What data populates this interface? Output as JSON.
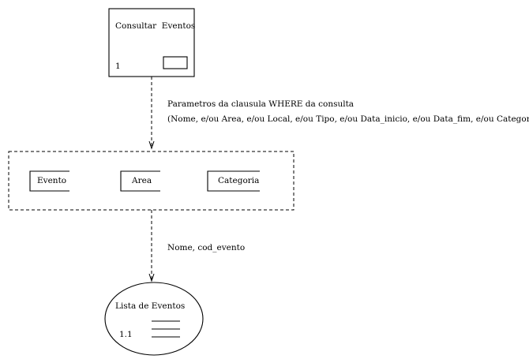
{
  "process_top": {
    "label": "Consultar  Eventos",
    "number": "1"
  },
  "flow_top": {
    "line1": "Parametros da clausula WHERE da consulta",
    "line2": "(Nome, e/ou Area, e/ou Local, e/ou Tipo, e/ou Data_inicio, e/ou Data_fim, e/ou Categoria)."
  },
  "data_stores": [
    {
      "label": "Evento"
    },
    {
      "label": "Area"
    },
    {
      "label": "Categoria"
    }
  ],
  "flow_bottom": {
    "label": "Nome, cod_evento"
  },
  "process_bottom": {
    "label": "Lista de Eventos",
    "number": "1.1"
  }
}
